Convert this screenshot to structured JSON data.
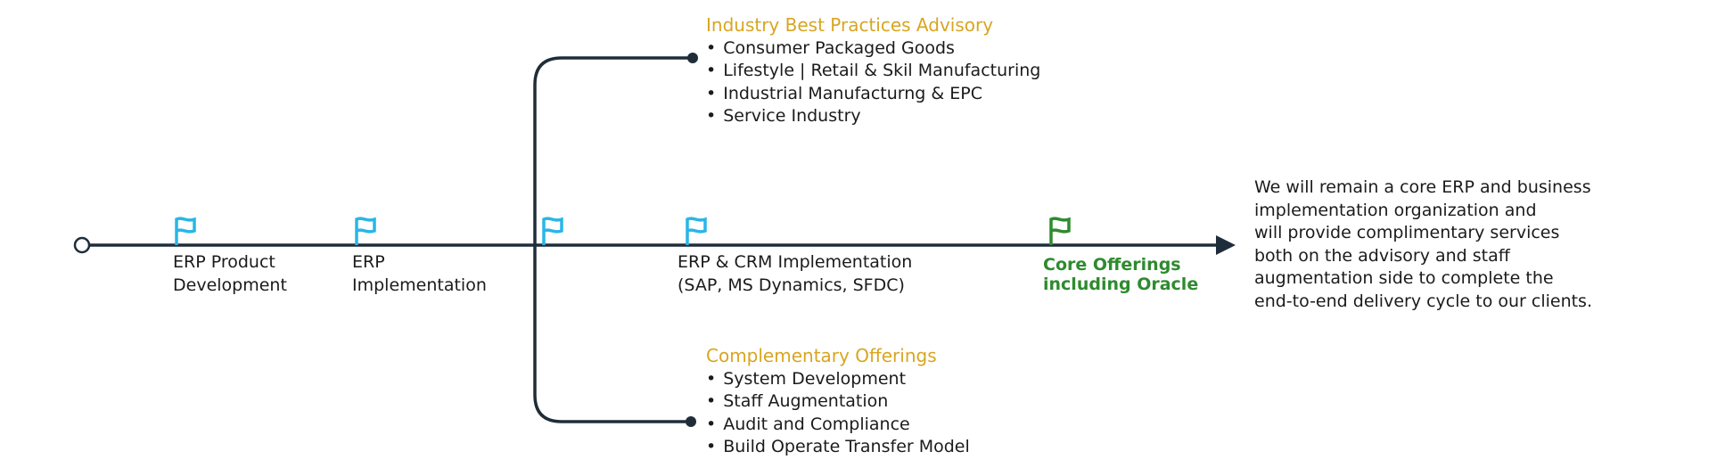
{
  "colors": {
    "line": "#1f2d3a",
    "flag_blue": "#29b6e6",
    "flag_green": "#2e8b2e",
    "heading": "#d9a520",
    "core": "#2e8b2e"
  },
  "milestones": [
    {
      "label_line1": "ERP Product",
      "label_line2": "Development",
      "flag": "flag-icon"
    },
    {
      "label_line1": "ERP",
      "label_line2": "Implementation",
      "flag": "flag-icon"
    },
    {
      "flag": "flag-icon"
    },
    {
      "label_line1": "ERP & CRM Implementation",
      "label_line2": "(SAP, MS Dynamics, SFDC)",
      "flag": "flag-icon"
    },
    {
      "label_line1": "Core Offerings",
      "label_line2": "including Oracle",
      "flag": "flag-icon"
    }
  ],
  "top_branch": {
    "title": "Industry Best Practices Advisory",
    "items": [
      "Consumer Packaged Goods",
      "Lifestyle | Retail & Skil Manufacturing",
      "Industrial Manufacturng & EPC",
      "Service Industry"
    ]
  },
  "bottom_branch": {
    "title": "Complementary Offerings",
    "items": [
      "System Development",
      "Staff Augmentation",
      "Audit and Compliance",
      "Build Operate Transfer Model"
    ]
  },
  "summary": [
    "We will remain a core ERP and business",
    "implementation organization and",
    "will provide complimentary services",
    "both on the advisory and staff",
    "augmentation side to complete the",
    "end-to-end delivery cycle to our clients."
  ]
}
